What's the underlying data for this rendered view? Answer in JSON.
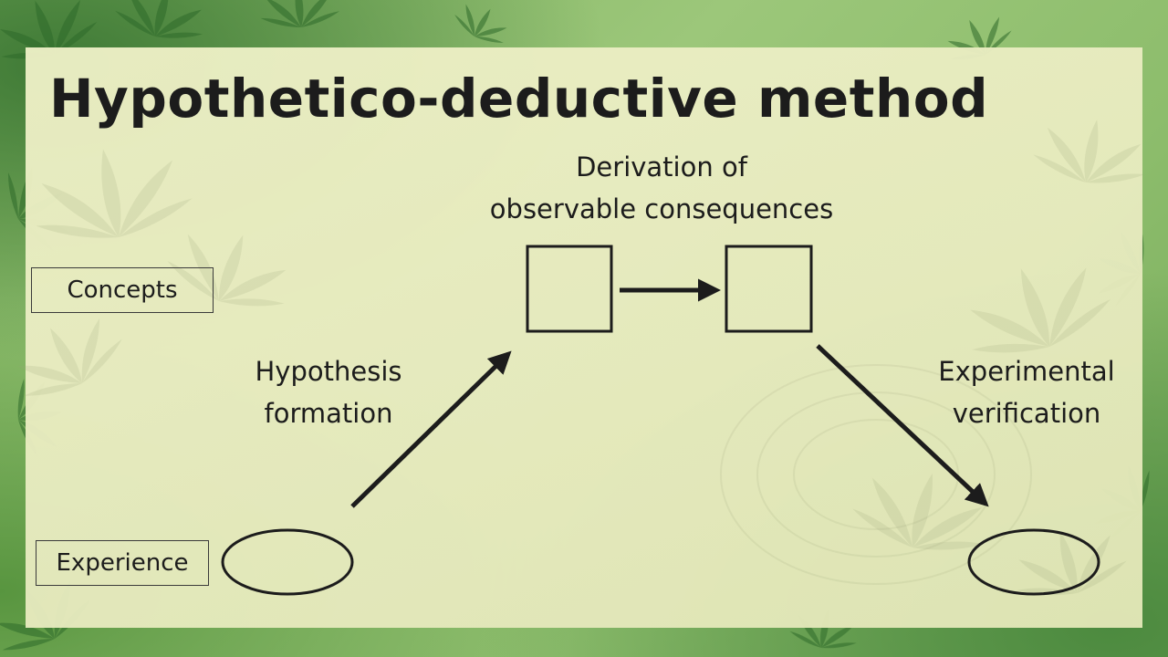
{
  "title": "Hypothetico-deductive method",
  "labels": {
    "derivation_line1": "Derivation of",
    "derivation_line2": "observable consequences",
    "hypothesis_line1": "Hypothesis",
    "hypothesis_line2": "formation",
    "experimental_line1": "Experimental",
    "experimental_line2": "verification"
  },
  "levels": {
    "concepts": "Concepts",
    "experience": "Experience"
  },
  "colors": {
    "ink": "#1c1c1c",
    "panel": "#ecefc4",
    "background_green": "#8dbd6c"
  }
}
